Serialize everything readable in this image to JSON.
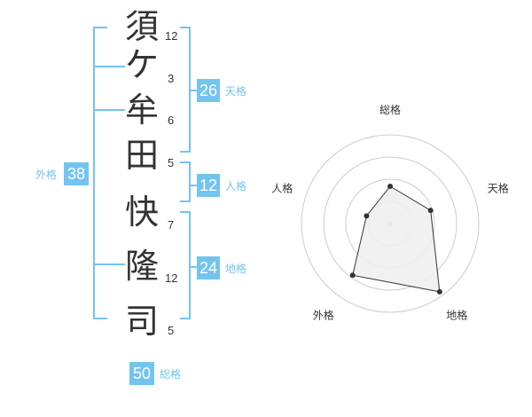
{
  "name_chars": [
    {
      "char": "須",
      "strokes": "12"
    },
    {
      "char": "ケ",
      "strokes": "3"
    },
    {
      "char": "牟",
      "strokes": "6"
    },
    {
      "char": "田",
      "strokes": "5"
    },
    {
      "char": "快",
      "strokes": "7"
    },
    {
      "char": "隆",
      "strokes": "12"
    },
    {
      "char": "司",
      "strokes": "5"
    }
  ],
  "grades": {
    "tenkaku": {
      "label": "天格",
      "value": "26"
    },
    "jinkaku": {
      "label": "人格",
      "value": "12"
    },
    "chikaku": {
      "label": "地格",
      "value": "24"
    },
    "gaikaku": {
      "label": "外格",
      "value": "38"
    },
    "soukaku": {
      "label": "総格",
      "value": "50"
    }
  },
  "chart_data": {
    "type": "radar",
    "axes": [
      "総格",
      "天格",
      "地格",
      "外格",
      "人格"
    ],
    "values": [
      0.42,
      0.48,
      0.95,
      0.72,
      0.28
    ],
    "range": [
      0,
      1
    ],
    "rings": 4,
    "colors": {
      "fill": "#eeeeee",
      "line": "#333333",
      "ring": "#cccccc",
      "center": "#bbbbbb"
    }
  }
}
